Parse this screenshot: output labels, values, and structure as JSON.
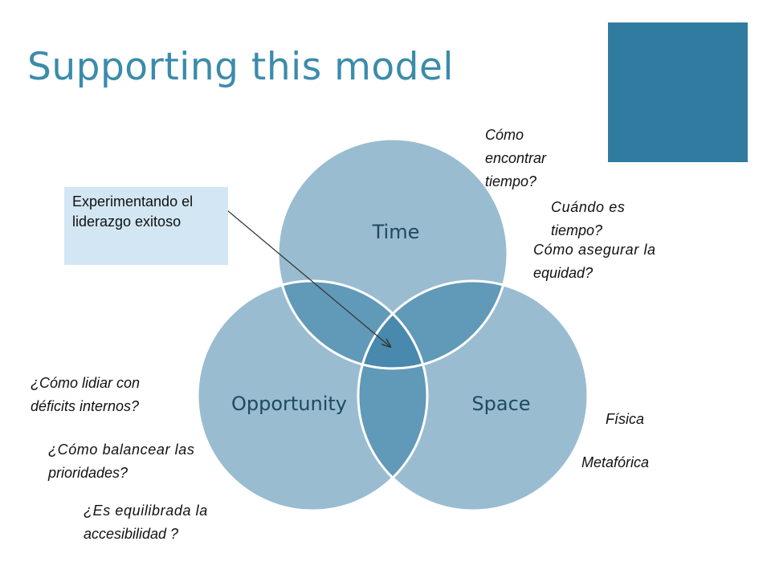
{
  "slide": {
    "title": "Supporting this model"
  },
  "diagram": {
    "circles": [
      {
        "label": "Time"
      },
      {
        "label": "Opportunity"
      },
      {
        "label": "Space"
      }
    ],
    "callout": "Experimentando el liderazgo exitoso",
    "colors": {
      "circle_fill": "#99bcd1",
      "overlap_two": "#6199b8",
      "overlap_center": "#4889ad",
      "accent": "#2f7ca0",
      "title": "#3b8bab",
      "callout_bg": "#d3e6f3"
    }
  },
  "notes": {
    "time_q1": [
      "Cómo",
      "encontrar",
      "tiempo?"
    ],
    "time_q2": [
      "Cuándo es",
      "tiempo?"
    ],
    "time_q3": [
      "Cómo asegurar la",
      "equidad?"
    ],
    "opp_q1": [
      "¿Cómo lidiar con",
      "déficits internos?"
    ],
    "opp_q2": [
      "¿Cómo balancear las",
      "prioridades?"
    ],
    "opp_q3": [
      "¿Es equilibrada la",
      "accesibilidad ?"
    ],
    "space_1": "Física",
    "space_2": "Metafórica"
  }
}
